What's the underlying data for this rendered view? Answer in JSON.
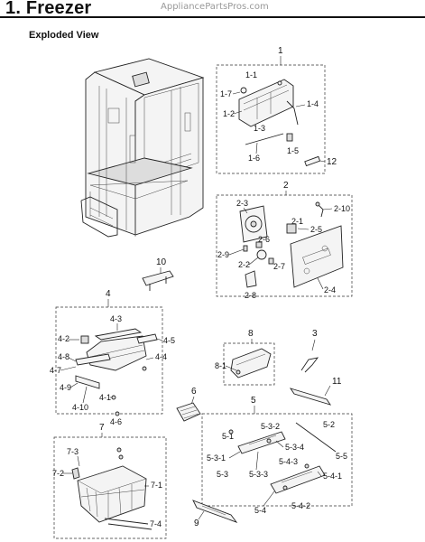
{
  "header": {
    "title": "1.  Freezer",
    "watermark": "AppliancePartsPros.com",
    "section": "Exploded View"
  },
  "groups": {
    "g1": "1",
    "g2": "2",
    "g3": "3",
    "g4": "4",
    "g5": "5",
    "g6": "6",
    "g7": "7",
    "g8": "8",
    "g9": "9",
    "g10": "10",
    "g11": "11",
    "g12": "12"
  },
  "callouts": {
    "c1_1": "1-1",
    "c1_7": "1-7",
    "c1_2": "1-2",
    "c1_4": "1-4",
    "c1_3": "1-3",
    "c1_5": "1-5",
    "c1_6": "1-6",
    "c2_3": "2-3",
    "c2_10": "2-10",
    "c2_1": "2-1",
    "c2_5": "2-5",
    "c2_6": "2-6",
    "c2_9": "2-9",
    "c2_2": "2-2",
    "c2_7": "2-7",
    "c2_8": "2-8",
    "c2_4": "2-4",
    "c4_3": "4-3",
    "c4_2": "4-2",
    "c4_5": "4-5",
    "c4_8": "4-8",
    "c4_4": "4-4",
    "c4_7": "4-7",
    "c4_9": "4-9",
    "c4_1": "4-1",
    "c4_10": "4-10",
    "c4_6": "4-6",
    "c8_1": "8-1",
    "c5_3_2": "5-3-2",
    "c5_2": "5-2",
    "c5_1": "5-1",
    "c5_3_4": "5-3-4",
    "c5_5": "5-5",
    "c5_3_1": "5-3-1",
    "c5_4_3": "5-4-3",
    "c5_3": "5-3",
    "c5_3_3": "5-3-3",
    "c5_4_1": "5-4-1",
    "c5_4": "5-4",
    "c5_4_2": "5-4-2",
    "c7_3": "7-3",
    "c7_2": "7-2",
    "c7_1": "7-1",
    "c7_4": "7-4"
  }
}
